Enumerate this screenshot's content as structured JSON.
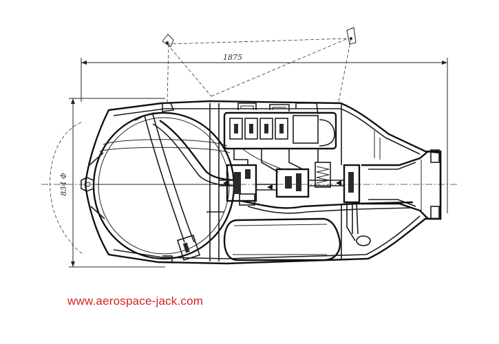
{
  "drawing": {
    "length_dimension": "1875",
    "diameter_dimension": "834 Φ"
  },
  "watermark": {
    "text": "www.aerospace-jack.com"
  },
  "colors": {
    "line": "#1a1a1a",
    "watermark": "#d42020",
    "background": "#ffffff"
  }
}
